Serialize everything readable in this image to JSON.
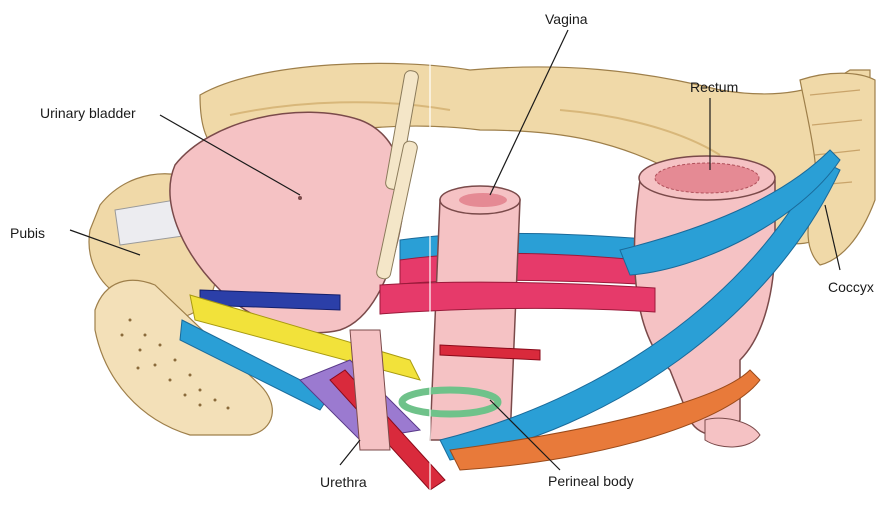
{
  "diagram": {
    "labels": {
      "vagina": "Vagina",
      "rectum": "Rectum",
      "urinary_bladder": "Urinary bladder",
      "pubis": "Pubis",
      "coccyx": "Coccyx",
      "urethra": "Urethra",
      "perineal_body": "Perineal body"
    },
    "colors": {
      "background": "#ffffff",
      "pelvic_bone": "#f0d9a8",
      "bone_shadow": "#d8b77a",
      "organ_pink": "#f5c2c4",
      "organ_outline": "#7a4a4a",
      "red_muscle": "#d92a3c",
      "magenta_muscle": "#e63a6a",
      "blue_muscle": "#2a9fd6",
      "dark_blue_muscle": "#2b3fa8",
      "yellow_muscle": "#f2e23a",
      "purple_muscle": "#9b7ad0",
      "green_muscle": "#6fc28a",
      "orange_muscle": "#e87a3a"
    }
  }
}
